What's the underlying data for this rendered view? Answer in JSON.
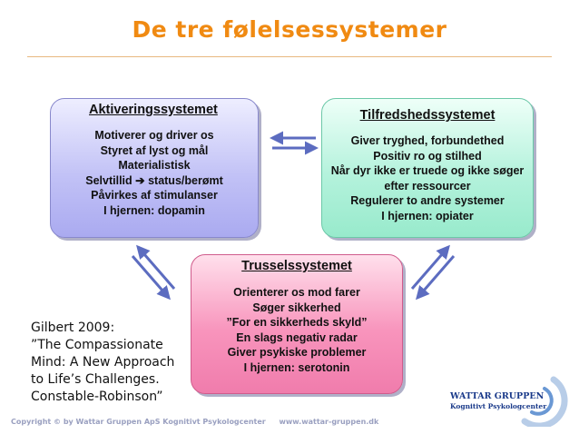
{
  "title": "De tre følelsessystemer",
  "boxes": {
    "aktivering": {
      "heading": "Aktiveringssystemet",
      "lines": [
        "Motiverer og driver os",
        "Styret af lyst og mål",
        "Materialistisk",
        "Selvtillid ➔ status/berømt",
        "Påvirkes af stimulanser",
        "I hjernen: dopamin"
      ]
    },
    "tilfredshed": {
      "heading": "Tilfredshedssystemet",
      "lines": [
        "Giver tryghed, forbundethed",
        "Positiv ro og stilhed",
        "Når dyr ikke er truede og ikke søger",
        "efter ressourcer",
        "Regulerer to andre systemer",
        "I hjernen: opiater"
      ]
    },
    "trussel": {
      "heading": "Trusselssystemet",
      "lines": [
        "Orienterer os mod farer",
        "Søger sikkerhed",
        "”For en sikkerheds skyld”",
        "En slags negativ radar",
        "Giver psykiske problemer",
        "I hjernen: serotonin"
      ]
    }
  },
  "citation": [
    "Gilbert 2009:",
    "”The Compassionate",
    "Mind: A New Approach",
    "to Life’s Challenges.",
    "Constable-Robinson”"
  ],
  "footer": {
    "copyright": "Copyright © by Wattar Gruppen ApS Kognitivt Psykologcenter",
    "url": "www.wattar-gruppen.dk"
  },
  "logo": {
    "name": "WATTAR GRUPPEN",
    "subtitle": "Kognitivt Psykologcenter"
  },
  "colors": {
    "title": "#f08a12",
    "aktivering": "#b4b4f4",
    "tilfredshed": "#a8eed4",
    "trussel": "#f488b4",
    "arrow": "#5c6cc0"
  }
}
